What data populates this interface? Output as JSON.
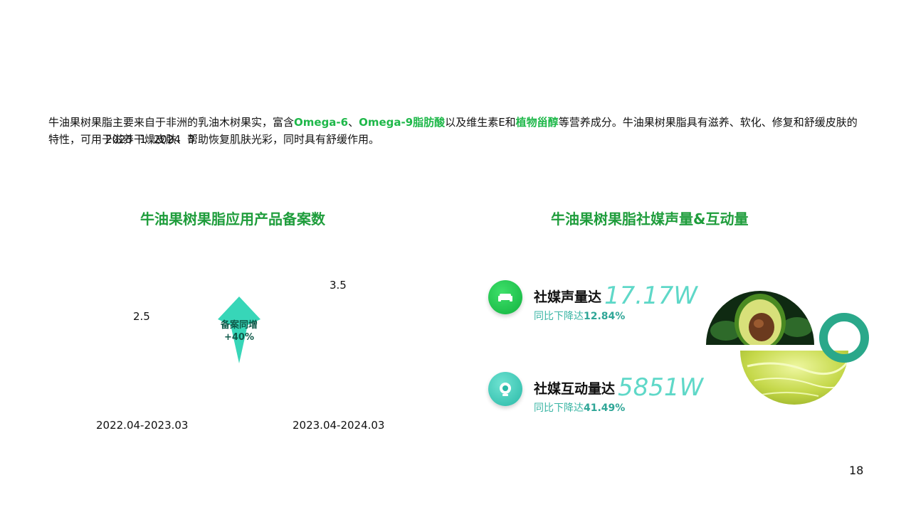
{
  "intro": {
    "p1": "牛油果树果脂主要来自于非洲的乳油木树果实，富含",
    "h1": "Omega-6",
    "p2": "、",
    "h2": "Omega-9脂肪酸",
    "p3": "以及维生素E和",
    "h3": "植物甾醇",
    "p4": "等营养成分。牛油果树果脂具有滋养、软化、修复和舒缓皮肤的特性，可用于滋养干燥皮肤、帮助恢复肌肤光彩，同时具有舒缓作用。",
    "overlap": [
      "2023",
      "1",
      "2024",
      "3"
    ]
  },
  "left_title": "牛油果树果脂应用产品备案数",
  "right_title": "牛油果树果脂社媒声量&互动量",
  "growth": {
    "line1": "备案同增",
    "line2": "+40%"
  },
  "chart_data": {
    "type": "bar",
    "categories": [
      "2022.04-2023.03",
      "2023.04-2024.03"
    ],
    "values": [
      2.5,
      3.5
    ],
    "value_labels": [
      "2.5",
      "3.5"
    ]
  },
  "stats": [
    {
      "label": "社媒声量达",
      "value": "17.17W",
      "sub_prefix": "同比下降达",
      "sub_value": "12.84%",
      "icon": "sofa-icon"
    },
    {
      "label": "社媒互动量达",
      "value": "5851W",
      "sub_prefix": "同比下降达",
      "sub_value": "41.49%",
      "icon": "camera-icon"
    }
  ],
  "colors": {
    "green": "#1f9d3c",
    "teal": "#5fd8c8",
    "accent": "#1fb84a"
  },
  "page_number": "18"
}
